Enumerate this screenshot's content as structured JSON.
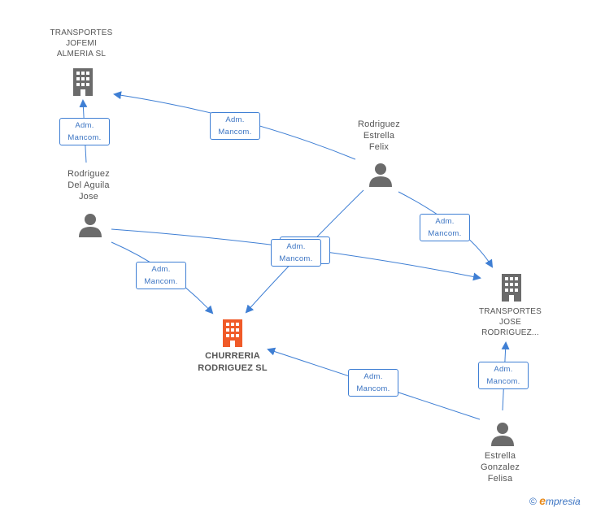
{
  "nodes": {
    "jofemi": {
      "lines": [
        "TRANSPORTES",
        "JOFEMI",
        "ALMERIA SL"
      ],
      "kind": "company"
    },
    "aguila": {
      "lines": [
        "Rodriguez",
        "Del Aguila",
        "Jose"
      ],
      "kind": "person"
    },
    "estrella_felix": {
      "lines": [
        "Rodriguez",
        "Estrella",
        "Felix"
      ],
      "kind": "person"
    },
    "churreria": {
      "lines": [
        "CHURRERIA",
        "RODRIGUEZ SL"
      ],
      "kind": "focus-company"
    },
    "transportes_jose": {
      "lines": [
        "TRANSPORTES",
        "JOSE",
        "RODRIGUEZ..."
      ],
      "kind": "company"
    },
    "felisa": {
      "lines": [
        "Estrella",
        "Gonzalez",
        "Felisa"
      ],
      "kind": "person"
    }
  },
  "relations": {
    "r1": {
      "line1": "Adm.",
      "line2": "Mancom."
    },
    "r2": {
      "line1": "Adm.",
      "line2": "Mancom."
    },
    "r3": {
      "line1": "Adm.",
      "line2": "Mancom."
    },
    "r4a": {
      "line1": "Adm.",
      "line2": "Mancom."
    },
    "r4b": {
      "line1": "Adm.",
      "line2": "Mancom."
    },
    "r5": {
      "line1": "Adm.",
      "line2": "Mancom."
    },
    "r6": {
      "line1": "Adm.",
      "line2": "Mancom."
    },
    "r7": {
      "line1": "Adm.",
      "line2": "Mancom."
    }
  },
  "brand": {
    "copyright": "©",
    "e": "e",
    "rest": "mpresia"
  },
  "colors": {
    "edge": "#3f7fd4",
    "company": "#6b6b6b",
    "focus": "#f05a28",
    "person": "#6b6b6b"
  }
}
